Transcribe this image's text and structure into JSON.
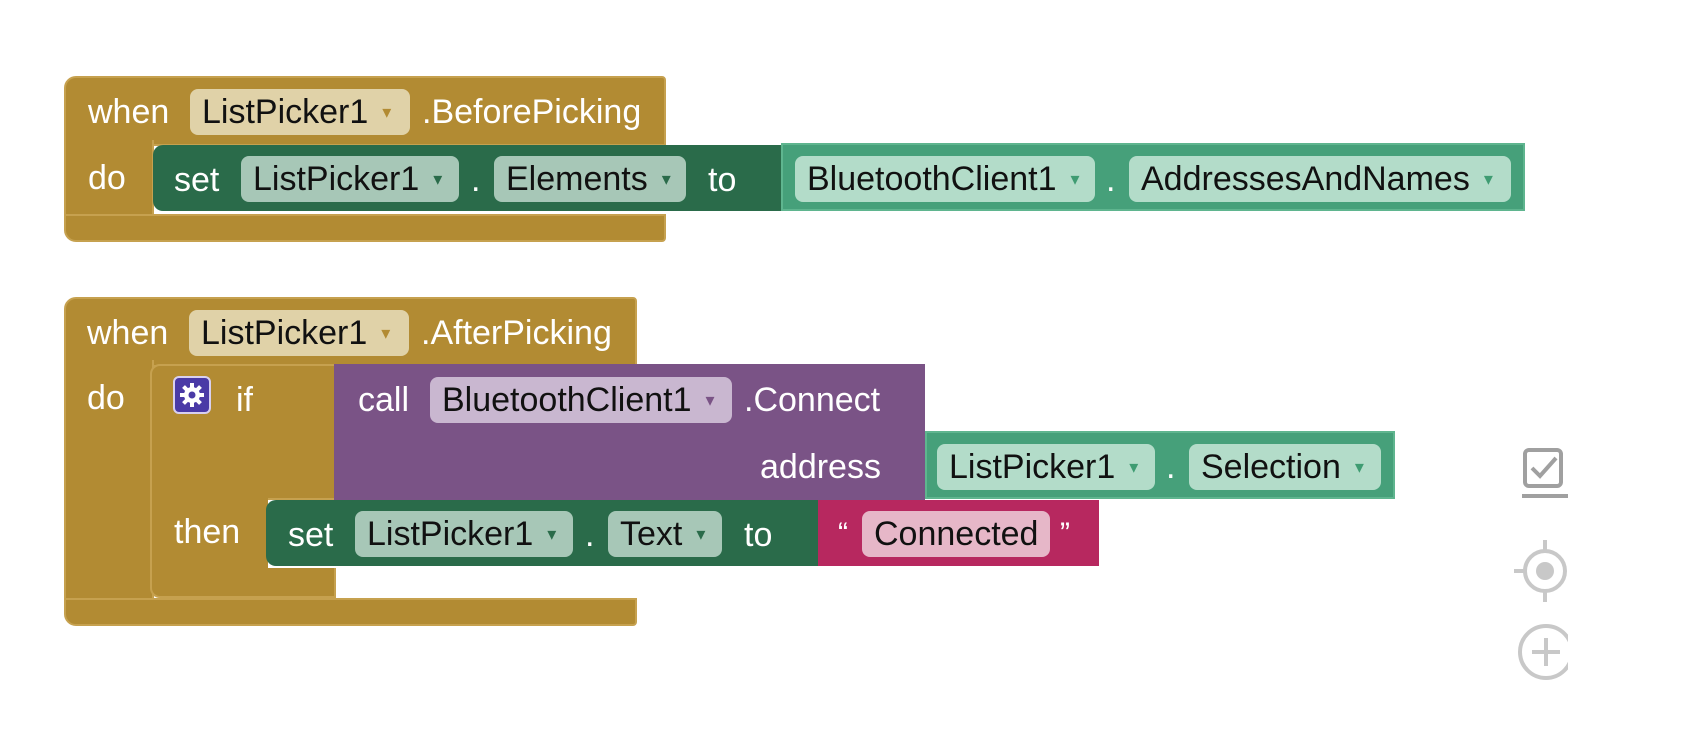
{
  "block1": {
    "when": "when",
    "component": "ListPicker1",
    "event": ".BeforePicking",
    "do": "do",
    "setter": {
      "set": "set",
      "component": "ListPicker1",
      "dot": ".",
      "property": "Elements",
      "to": "to"
    },
    "getter": {
      "component": "BluetoothClient1",
      "dot": ".",
      "property": "AddressesAndNames"
    }
  },
  "block2": {
    "when": "when",
    "component": "ListPicker1",
    "event": ".AfterPicking",
    "do": "do",
    "if_label": "if",
    "then_label": "then",
    "call": {
      "call": "call",
      "component": "BluetoothClient1",
      "method": ".Connect",
      "address_label": "address"
    },
    "address_getter": {
      "component": "ListPicker1",
      "dot": ".",
      "property": "Selection"
    },
    "setter": {
      "set": "set",
      "component": "ListPicker1",
      "dot": ".",
      "property": "Text",
      "to": "to"
    },
    "text": {
      "open_quote": "“",
      "value": "Connected",
      "close_quote": "”"
    }
  },
  "icons": {
    "dropdown": "▾",
    "gear": "gear-icon",
    "checkbox": "checkbox-icon",
    "target": "target-icon",
    "zoom_in": "zoom-in-icon"
  },
  "colors": {
    "event": "#b28b33",
    "setter": "#2a6b4a",
    "getter": "#46a07a",
    "call": "#7a5386",
    "text": "#b7285f",
    "mutator": "#4a3aa6"
  }
}
